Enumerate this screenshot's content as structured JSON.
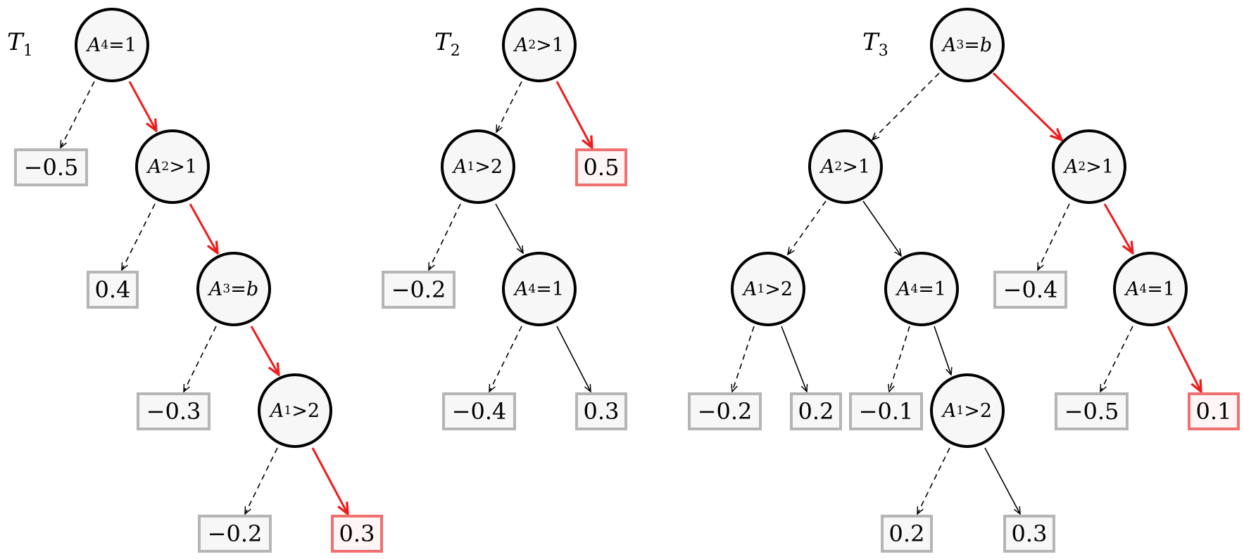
{
  "trees": [
    {
      "label": {
        "letter": "T",
        "index": "1"
      },
      "nodes": [
        {
          "id": "t1-root",
          "var": "A",
          "idx": "4",
          "op": " = ",
          "val": "1"
        },
        {
          "id": "t1-n2",
          "var": "A",
          "idx": "2",
          "op": " > ",
          "val": "1"
        },
        {
          "id": "t1-n3",
          "var": "A",
          "idx": "3",
          "op": " = ",
          "val": "b"
        },
        {
          "id": "t1-n4",
          "var": "A",
          "idx": "1",
          "op": " > ",
          "val": "2"
        }
      ],
      "leaves": [
        {
          "id": "t1-l1",
          "value": "−0.5",
          "active": false
        },
        {
          "id": "t1-l2",
          "value": "0.4",
          "active": false
        },
        {
          "id": "t1-l3",
          "value": "−0.3",
          "active": false
        },
        {
          "id": "t1-l4",
          "value": "−0.2",
          "active": false
        },
        {
          "id": "t1-l5",
          "value": "0.3",
          "active": true
        }
      ]
    },
    {
      "label": {
        "letter": "T",
        "index": "2"
      },
      "nodes": [
        {
          "id": "t2-root",
          "var": "A",
          "idx": "2",
          "op": " > ",
          "val": "1"
        },
        {
          "id": "t2-n2",
          "var": "A",
          "idx": "1",
          "op": " > ",
          "val": "2"
        },
        {
          "id": "t2-n3",
          "var": "A",
          "idx": "4",
          "op": " = ",
          "val": "1"
        }
      ],
      "leaves": [
        {
          "id": "t2-l1",
          "value": "0.5",
          "active": true
        },
        {
          "id": "t2-l2",
          "value": "−0.2",
          "active": false
        },
        {
          "id": "t2-l3",
          "value": "−0.4",
          "active": false
        },
        {
          "id": "t2-l4",
          "value": "0.3",
          "active": false
        }
      ]
    },
    {
      "label": {
        "letter": "T",
        "index": "3"
      },
      "nodes": [
        {
          "id": "t3-root",
          "var": "A",
          "idx": "3",
          "op": " = ",
          "val": "b"
        },
        {
          "id": "t3-n2",
          "var": "A",
          "idx": "2",
          "op": " > ",
          "val": "1"
        },
        {
          "id": "t3-n3",
          "var": "A",
          "idx": "2",
          "op": " > ",
          "val": "1"
        },
        {
          "id": "t3-n4",
          "var": "A",
          "idx": "1",
          "op": " > ",
          "val": "2"
        },
        {
          "id": "t3-n5",
          "var": "A",
          "idx": "4",
          "op": " = ",
          "val": "1"
        },
        {
          "id": "t3-n6",
          "var": "A",
          "idx": "4",
          "op": " = ",
          "val": "1"
        },
        {
          "id": "t3-n7",
          "var": "A",
          "idx": "1",
          "op": " > ",
          "val": "2"
        }
      ],
      "leaves": [
        {
          "id": "t3-l1",
          "value": "−0.4",
          "active": false
        },
        {
          "id": "t3-l2",
          "value": "−0.2",
          "active": false
        },
        {
          "id": "t3-l3",
          "value": "0.2",
          "active": false
        },
        {
          "id": "t3-l4",
          "value": "−0.1",
          "active": false
        },
        {
          "id": "t3-l5",
          "value": "−0.5",
          "active": false
        },
        {
          "id": "t3-l6",
          "value": "0.1",
          "active": true
        },
        {
          "id": "t3-l7",
          "value": "0.2",
          "active": false
        },
        {
          "id": "t3-l8",
          "value": "0.3",
          "active": false
        }
      ]
    }
  ],
  "colors": {
    "active_path": "#ee1c1c",
    "active_leaf_border": "#f07070",
    "inactive_leaf_border": "#b5b5b5",
    "node_fill": "#f7f7f7"
  }
}
